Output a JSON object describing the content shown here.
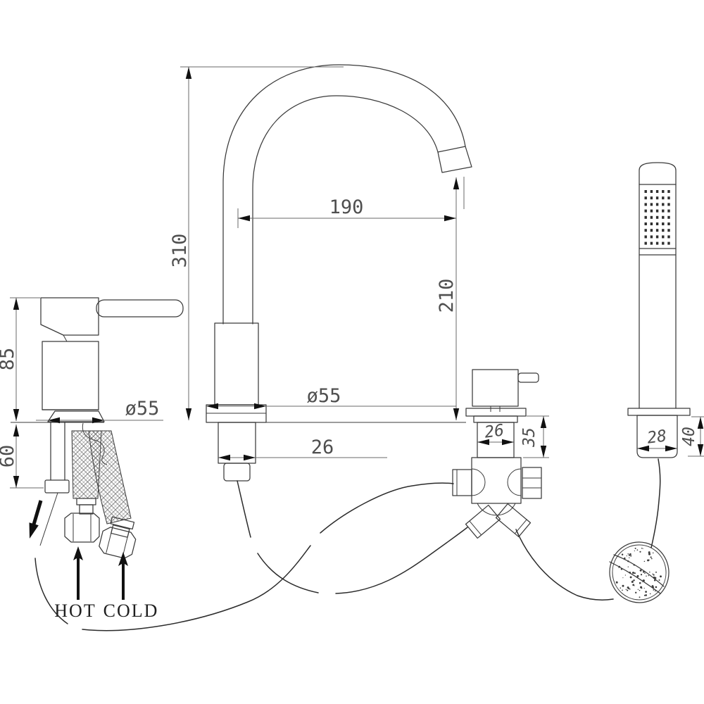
{
  "drawing": {
    "kind": "technical line drawing",
    "subject": "bath mixer set: lever valve, gooseneck spout, diverter valve and hand shower with hose weight"
  },
  "dimensions": {
    "spout_height": "310",
    "spout_reach": "190",
    "outlet_height": "210",
    "spout_base_diameter": "ø55",
    "spout_shank_width": "26",
    "handle_height": "85",
    "handle_shank_length": "60",
    "handle_base_diameter": "ø55",
    "diverter_shank_width": "26",
    "diverter_shank_height": "35",
    "shower_shank_width": "28",
    "shower_shank_height": "40"
  },
  "labels": {
    "hot": "HOT",
    "cold": "COLD"
  },
  "colors": {
    "background": "#ffffff",
    "line": "#3a3a3a",
    "dimension_line": "#6a6a6a",
    "dimension_text": "#4f4f4f",
    "arrow": "#111111",
    "hose": "#2b2b2b"
  }
}
